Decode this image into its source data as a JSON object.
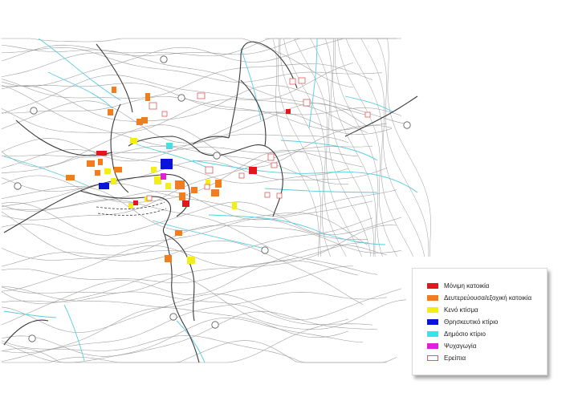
{
  "legend": {
    "items": [
      {
        "label": "Μόνιμη κατοικία",
        "color": "#e3161d",
        "outline": false
      },
      {
        "label": "Δευτερεύουσα/εξοχική κατοικία",
        "color": "#f07d1e",
        "outline": false
      },
      {
        "label": "Κενό κτίσμα",
        "color": "#f3ee18",
        "outline": false
      },
      {
        "label": "Θρησκευτικό κτίριο",
        "color": "#0a14d8",
        "outline": false
      },
      {
        "label": "Δημόσιο κτίριο",
        "color": "#3ce3e6",
        "outline": false
      },
      {
        "label": "Ψυχαγωγία",
        "color": "#e11fd9",
        "outline": false
      },
      {
        "label": "Ερείπια",
        "color": "#e05a5a",
        "outline": true
      }
    ]
  },
  "colors": {
    "contour": "#9a9a9a",
    "road": "#3a3a3a",
    "stream": "#57cde0",
    "background": "#ffffff"
  }
}
